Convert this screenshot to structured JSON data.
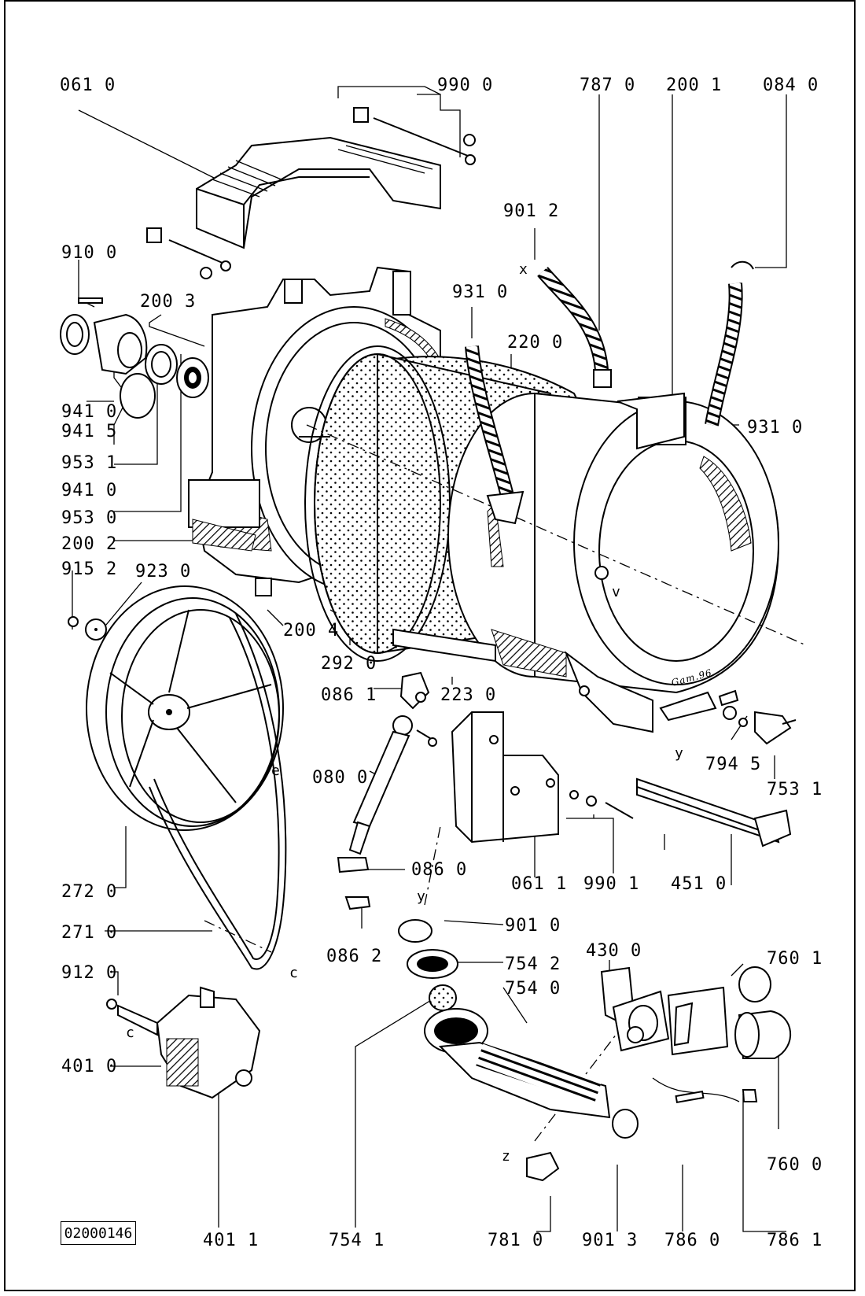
{
  "parts": [
    {
      "label": "061 0"
    },
    {
      "label": "990 0"
    },
    {
      "label": "787 0"
    },
    {
      "label": "200 1"
    },
    {
      "label": "084 0"
    },
    {
      "label": "901 2"
    },
    {
      "label": "910 0"
    },
    {
      "label": "200 3"
    },
    {
      "label": "931 0"
    },
    {
      "label": "220 0"
    },
    {
      "label": "941 0"
    },
    {
      "label": "941 5"
    },
    {
      "label": "953 1"
    },
    {
      "label": "941 0"
    },
    {
      "label": "953 0"
    },
    {
      "label": "200 2"
    },
    {
      "label": "915 2"
    },
    {
      "label": "923 0"
    },
    {
      "label": "200 4"
    },
    {
      "label": "292 0"
    },
    {
      "label": "086 1"
    },
    {
      "label": "223 0"
    },
    {
      "label": "931 0"
    },
    {
      "label": "794 5"
    },
    {
      "label": "753 1"
    },
    {
      "label": "080 0"
    },
    {
      "label": "061 1"
    },
    {
      "label": "990 1"
    },
    {
      "label": "451 0"
    },
    {
      "label": "086 0"
    },
    {
      "label": "272 0"
    },
    {
      "label": "901 0"
    },
    {
      "label": "271 0"
    },
    {
      "label": "086 2"
    },
    {
      "label": "754 2"
    },
    {
      "label": "430 0"
    },
    {
      "label": "760 1"
    },
    {
      "label": "912 0"
    },
    {
      "label": "754 0"
    },
    {
      "label": "401 0"
    },
    {
      "label": "760 0"
    },
    {
      "label": "401 1"
    },
    {
      "label": "754 1"
    },
    {
      "label": "781 0"
    },
    {
      "label": "901 3"
    },
    {
      "label": "786 0"
    },
    {
      "label": "786 1"
    }
  ],
  "markers": {
    "x": "x",
    "y1": "y",
    "y2": "y",
    "e": "e",
    "c1": "c",
    "c2": "c",
    "v": "v",
    "z": "z"
  },
  "signature": "Gam.96",
  "drawing_code": "02000146"
}
